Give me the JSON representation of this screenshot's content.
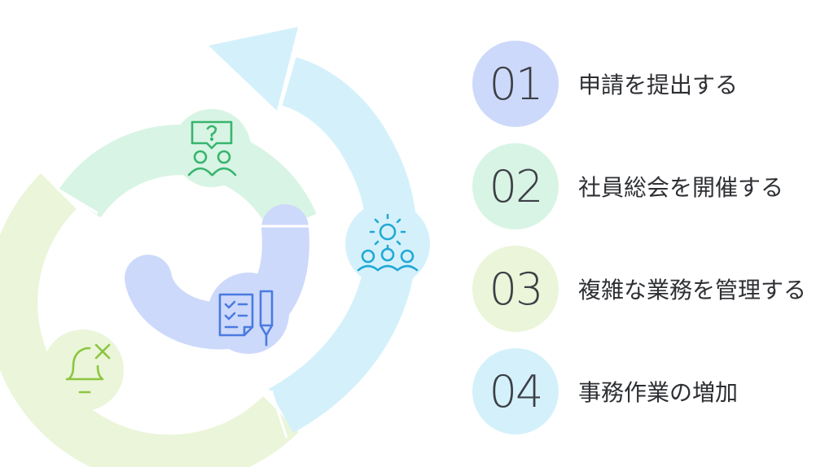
{
  "steps": [
    {
      "number": "01",
      "label": "申請を提出する",
      "color": "#cdd9fb"
    },
    {
      "number": "02",
      "label": "社員総会を開催する",
      "color": "#d8f4e4"
    },
    {
      "number": "03",
      "label": "複雑な業務を管理する",
      "color": "#eaf5d9"
    },
    {
      "number": "04",
      "label": "事務作業の増加",
      "color": "#d4f1fb"
    }
  ],
  "colors": {
    "arrow_blue": "#d4f1fb",
    "arc_green": "#d8f4e4",
    "arc_lime": "#eaf5d9",
    "arc_indigo": "#cdd9fb",
    "icon_blue": "#21a8d6",
    "icon_green": "#38b56e",
    "icon_lime": "#8cc63f",
    "icon_indigo": "#4a7be0"
  },
  "icons": [
    "gear-people-icon",
    "question-people-icon",
    "bell-cancel-icon",
    "checklist-pen-icon"
  ]
}
